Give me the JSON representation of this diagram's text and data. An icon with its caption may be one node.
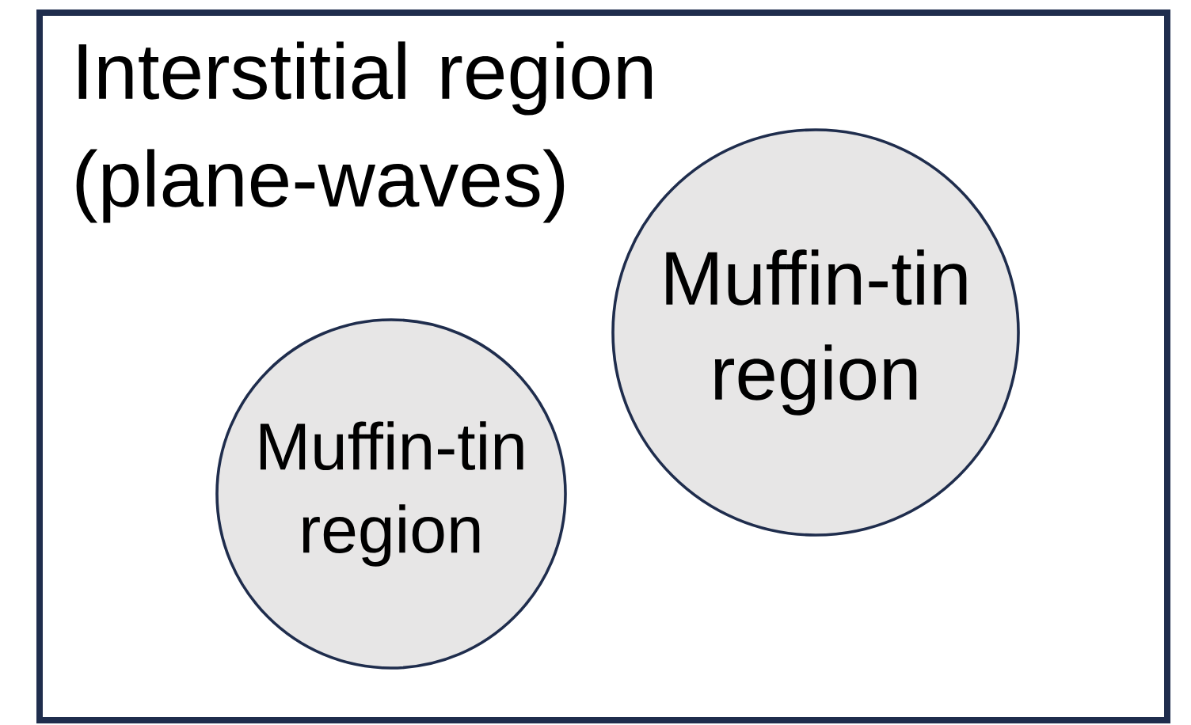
{
  "diagram": {
    "nodes": [
      {
        "text": [
          "Interstitial region (plane-waves)"
        ]
      },
      {
        "text": [
          "Muffin-tin region"
        ],
        "in": 0
      },
      {
        "text": [
          "Muffin-tin region"
        ],
        "in": 0
      }
    ]
  }
}
